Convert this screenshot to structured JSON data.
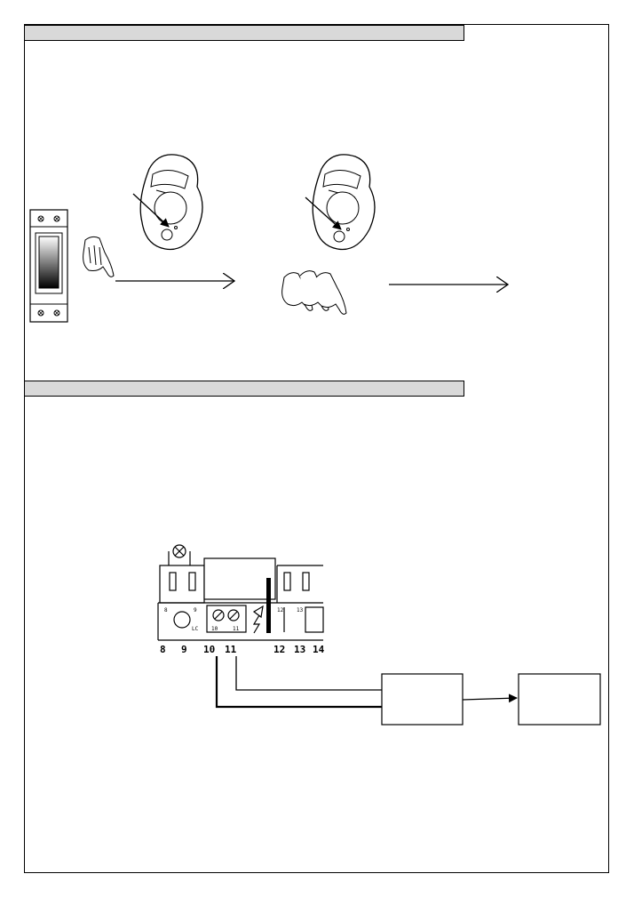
{
  "sections": [
    {
      "id": "learning",
      "header_text": ""
    },
    {
      "id": "wiring",
      "header_text": ""
    }
  ],
  "terminals": {
    "bottom_labels": [
      "8",
      "9",
      "10",
      "11",
      "12",
      "13",
      "14"
    ],
    "inner_labels": [
      "8",
      "9",
      "LC",
      "10",
      "11",
      "12",
      "13"
    ]
  },
  "colors": {
    "line": "#000000",
    "bar": "#d9d9d9",
    "background": "#ffffff"
  },
  "icons": [
    "power-switch-icon",
    "pointing-hand-icon",
    "remote-fob-icon",
    "repeated-press-hands-icon",
    "lamp-icon",
    "screw-terminal-icon",
    "antenna-bolt-icon"
  ]
}
